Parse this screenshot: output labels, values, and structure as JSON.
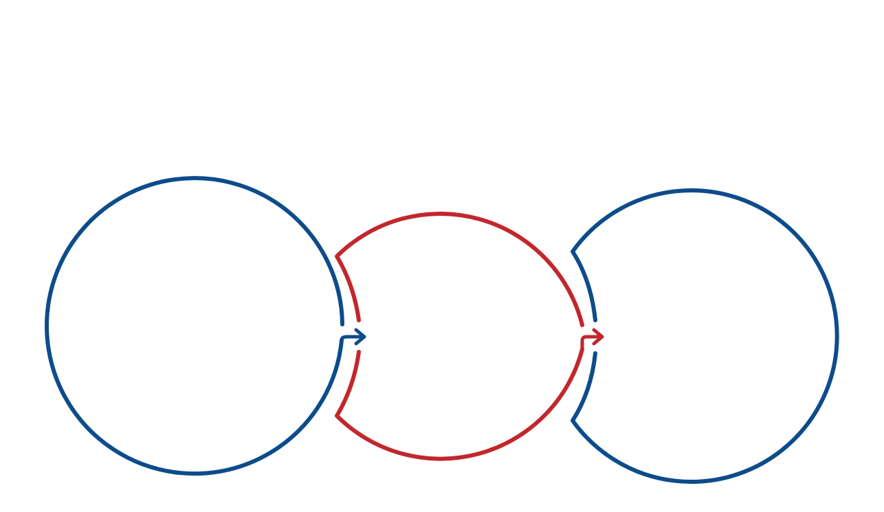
{
  "diagram": {
    "colors": {
      "blue": "#0D4C8B",
      "red": "#C1272D"
    },
    "stages": [
      {
        "id": "stage-1",
        "color": "blue",
        "icon": "open-circle"
      },
      {
        "id": "stage-2",
        "color": "red",
        "icon": "open-circle"
      },
      {
        "id": "stage-3",
        "color": "blue",
        "icon": "open-circle"
      }
    ],
    "connectors": [
      {
        "from": "stage-1",
        "to": "stage-2",
        "color": "blue",
        "icon": "arrow-right"
      },
      {
        "from": "stage-2",
        "to": "stage-3",
        "color": "red",
        "icon": "arrow-right"
      }
    ]
  }
}
